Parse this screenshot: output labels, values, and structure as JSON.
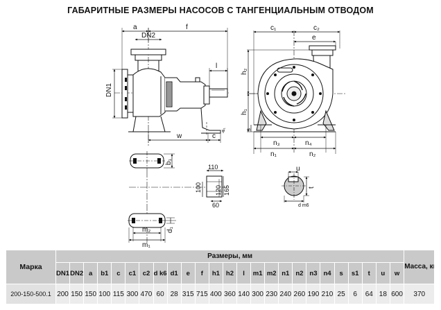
{
  "title": "ГАБАРИТНЫЕ РАЗМЕРЫ НАСОСОВ С ТАНГЕНЦИАЛЬНЫМ ОТВОДОМ",
  "drawing_labels": {
    "side_view": {
      "a": "a",
      "dn2": "DN2",
      "f": "f",
      "dn1": "DN1",
      "l": "l",
      "w": "w",
      "c": "c",
      "s1": "s₁"
    },
    "front_view": {
      "c1": "c₁",
      "c2": "c₂",
      "e": "e",
      "h2": "h₂",
      "h1": "h₁",
      "s": "s",
      "n3": "n₃",
      "n4": "n₄",
      "n1": "n₁",
      "n2": "n₂"
    },
    "foot_detail": {
      "b1": "b₁"
    },
    "base_detail": {
      "m2": "m₂",
      "m1": "m₁",
      "d1": "d₁"
    },
    "flange_detail": {
      "w110": "110",
      "w60": "60",
      "h100": "100",
      "h120": "120",
      "h165": "165"
    },
    "shaft_detail": {
      "u": "u",
      "t": "t",
      "dm6": "d m6"
    }
  },
  "table": {
    "model_header": "Марка",
    "dims_header": "Размеры, мм",
    "mass_header": "Масса, кг",
    "columns": [
      "DN1",
      "DN2",
      "a",
      "b1",
      "c",
      "c1",
      "c2",
      "d k6",
      "d1",
      "e",
      "f",
      "h1",
      "h2",
      "l",
      "m1",
      "m2",
      "n1",
      "n2",
      "n3",
      "n4",
      "s",
      "s1",
      "t",
      "u",
      "w"
    ],
    "rows": [
      {
        "model": "200-150-500.1",
        "values": [
          "200",
          "150",
          "150",
          "100",
          "115",
          "300",
          "470",
          "60",
          "28",
          "315",
          "715",
          "400",
          "360",
          "140",
          "300",
          "230",
          "240",
          "260",
          "190",
          "210",
          "25",
          "6",
          "64",
          "18",
          "600"
        ],
        "mass": "370"
      }
    ]
  }
}
